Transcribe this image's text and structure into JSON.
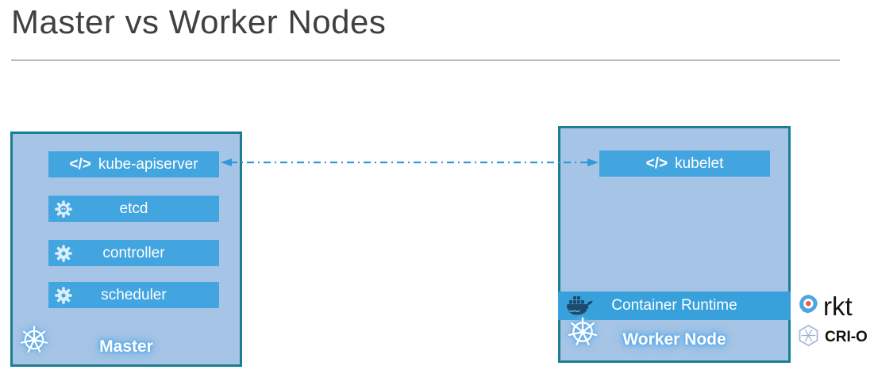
{
  "title": "Master vs Worker Nodes",
  "glyphs": {
    "code": "</>"
  },
  "master": {
    "label": "Master",
    "components": [
      {
        "label": "kube-apiserver",
        "icon": "code-icon"
      },
      {
        "label": "etcd",
        "icon": "etcd-gear-icon"
      },
      {
        "label": "controller",
        "icon": "gear-icon"
      },
      {
        "label": "scheduler",
        "icon": "gear-icon"
      }
    ]
  },
  "worker": {
    "label": "Worker Node",
    "components": [
      {
        "label": "kubelet",
        "icon": "code-icon"
      },
      {
        "label": "Container Runtime",
        "icon": "docker-whale-icon"
      }
    ]
  },
  "connection": {
    "from": "kube-apiserver",
    "to": "kubelet",
    "style": "dash-dot",
    "arrowheads": "both",
    "color": "#2f9ad8"
  },
  "runtimes": [
    {
      "label": "rkt",
      "icon": "rkt-icon"
    },
    {
      "label": "CRI-O",
      "icon": "cri-o-icon"
    }
  ],
  "colors": {
    "node_fill": "#a6c4e5",
    "node_border": "#1c7e93",
    "component_bar": "#42a5e0",
    "runtime_bar": "#38a1dc",
    "arrow": "#2f9ad8",
    "title_text": "#404040",
    "rule": "#bcbcbc",
    "label_glow": "#58a6e6",
    "rkt_blue": "#4aa7e0",
    "rkt_dot_red": "#e25d55",
    "crio_outline": "#9db4d6",
    "whale_navy": "#1e4b6d"
  }
}
